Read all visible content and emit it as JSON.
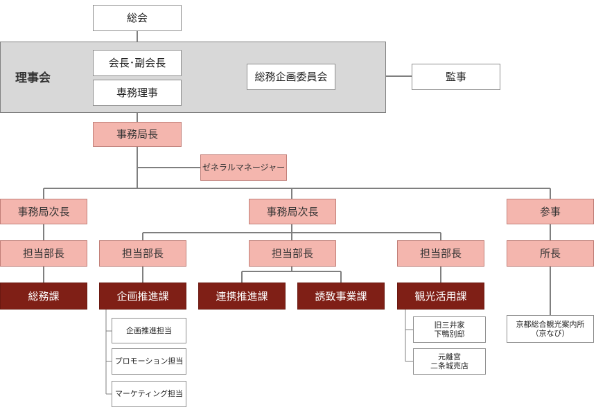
{
  "diagram": {
    "top": {
      "general_assembly": "総会"
    },
    "board": {
      "label": "理事会",
      "chair": "会長･副会長",
      "managing_director": "専務理事",
      "planning_committee": "総務企画委員会"
    },
    "auditor": "監事",
    "secretary_general": "事務局長",
    "general_manager": "ゼネラルマネージャー",
    "columns": [
      {
        "head": "事務局次長",
        "sub": "担当部長",
        "sections": [
          "総務課"
        ]
      },
      {
        "head": "事務局次長",
        "branches": [
          {
            "sub": "担当部長",
            "sections": [
              "企画推進課"
            ],
            "units": [
              "企画推進担当",
              "プロモーション担当",
              "マーケティング担当"
            ]
          },
          {
            "sub": "担当部長",
            "sections": [
              "連携推進課",
              "誘致事業課"
            ]
          },
          {
            "sub": "担当部長",
            "sections": [
              "観光活用課"
            ],
            "units": [
              "旧三井家\n下鴨別邸",
              "元離宮\n二条城売店"
            ]
          }
        ]
      },
      {
        "head": "参事",
        "sub": "所長",
        "units": [
          "京都総合観光案内所\n（京なび）"
        ]
      }
    ]
  }
}
